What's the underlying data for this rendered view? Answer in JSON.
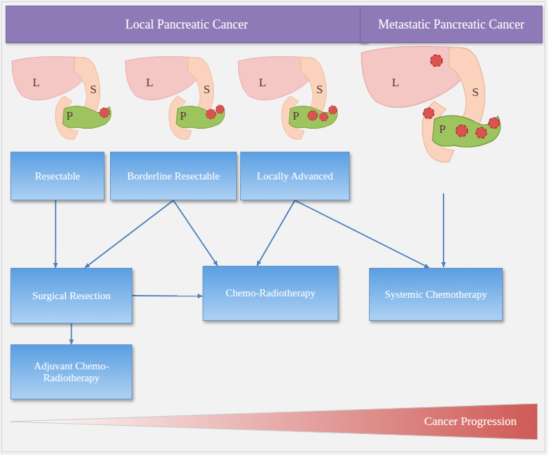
{
  "diagram": {
    "nodes": [
      {
        "text": [
          "Local Pancreatic Cancer"
        ]
      },
      {
        "text": [
          "Metastatic Pancreatic Cancer"
        ]
      },
      {
        "text": [
          "Resectable"
        ]
      },
      {
        "text": [
          "Borderline Resectable"
        ]
      },
      {
        "text": [
          "Locally Advanced"
        ]
      },
      {
        "text": [
          "Surgical Resection"
        ]
      },
      {
        "text": [
          "Chemo-Radiotherapy"
        ]
      },
      {
        "text": [
          "Systemic Chemotherapy"
        ]
      },
      {
        "text": [
          "Adjuvant Chemo-Radiotherapy"
        ]
      },
      {
        "text": [
          "Cancer Progression"
        ]
      }
    ],
    "edges": [
      {
        "from": 2,
        "to": 5,
        "arrow": "to"
      },
      {
        "from": 3,
        "to": 5,
        "arrow": "to"
      },
      {
        "from": 3,
        "to": 6,
        "arrow": "to"
      },
      {
        "from": 4,
        "to": 6,
        "arrow": "to"
      },
      {
        "from": 4,
        "to": 7,
        "arrow": "to"
      },
      {
        "from": 5,
        "to": 6,
        "arrow": "to"
      },
      {
        "from": 5,
        "to": 8,
        "arrow": "to"
      }
    ],
    "labels": [
      "L",
      "S",
      "P",
      "L",
      "S",
      "P",
      "L",
      "S",
      "P",
      "L",
      "S",
      "P"
    ]
  }
}
